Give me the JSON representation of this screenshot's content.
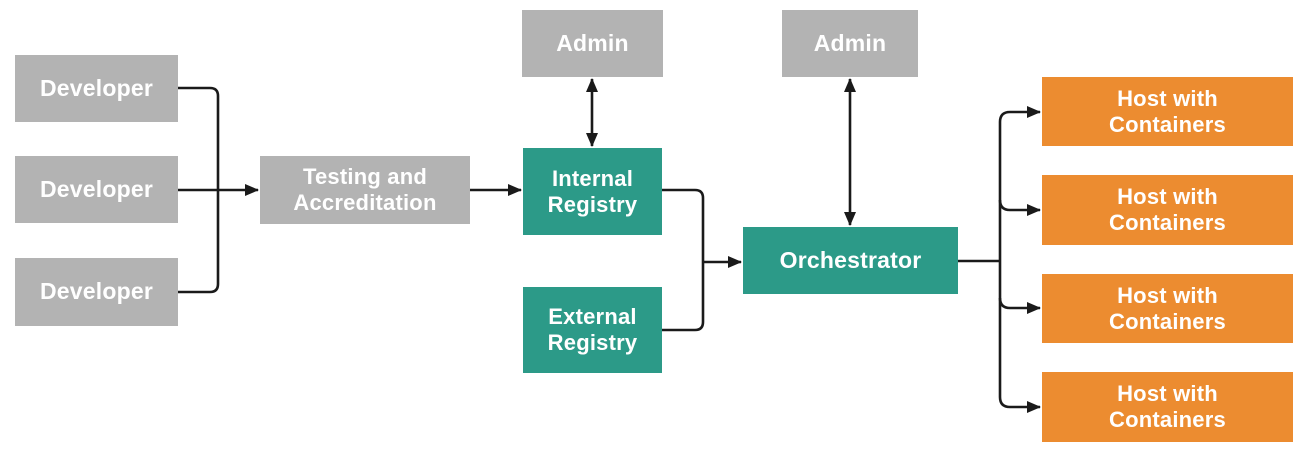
{
  "diagram": {
    "background": "#ffffff",
    "palette": {
      "gray_box": "#b3b3b3",
      "teal_box": "#2c9a88",
      "orange_box": "#ec8c30",
      "connector": "#1a1a1a",
      "label_text": "#ffffff"
    },
    "nodes": {
      "developer_1": {
        "label": "Developer",
        "color": "gray"
      },
      "developer_2": {
        "label": "Developer",
        "color": "gray"
      },
      "developer_3": {
        "label": "Developer",
        "color": "gray"
      },
      "testing": {
        "label": "Testing and\nAccreditation",
        "color": "gray"
      },
      "admin_registry": {
        "label": "Admin",
        "color": "gray"
      },
      "internal_registry": {
        "label": "Internal\nRegistry",
        "color": "teal"
      },
      "external_registry": {
        "label": "External\nRegistry",
        "color": "teal"
      },
      "admin_orchestrator": {
        "label": "Admin",
        "color": "gray"
      },
      "orchestrator": {
        "label": "Orchestrator",
        "color": "teal"
      },
      "host_1": {
        "label": "Host with\nContainers",
        "color": "orange"
      },
      "host_2": {
        "label": "Host with\nContainers",
        "color": "orange"
      },
      "host_3": {
        "label": "Host with\nContainers",
        "color": "orange"
      },
      "host_4": {
        "label": "Host with\nContainers",
        "color": "orange"
      }
    },
    "edges": [
      {
        "from": "developer_1",
        "to": "testing",
        "style": "arrow"
      },
      {
        "from": "developer_2",
        "to": "testing",
        "style": "arrow"
      },
      {
        "from": "developer_3",
        "to": "testing",
        "style": "arrow"
      },
      {
        "from": "testing",
        "to": "internal_registry",
        "style": "arrow"
      },
      {
        "from": "admin_registry",
        "to": "internal_registry",
        "style": "double-arrow"
      },
      {
        "from": "internal_registry",
        "to": "orchestrator",
        "style": "arrow"
      },
      {
        "from": "external_registry",
        "to": "orchestrator",
        "style": "arrow"
      },
      {
        "from": "admin_orchestrator",
        "to": "orchestrator",
        "style": "double-arrow"
      },
      {
        "from": "orchestrator",
        "to": "host_1",
        "style": "arrow"
      },
      {
        "from": "orchestrator",
        "to": "host_2",
        "style": "arrow"
      },
      {
        "from": "orchestrator",
        "to": "host_3",
        "style": "arrow"
      },
      {
        "from": "orchestrator",
        "to": "host_4",
        "style": "arrow"
      }
    ]
  }
}
